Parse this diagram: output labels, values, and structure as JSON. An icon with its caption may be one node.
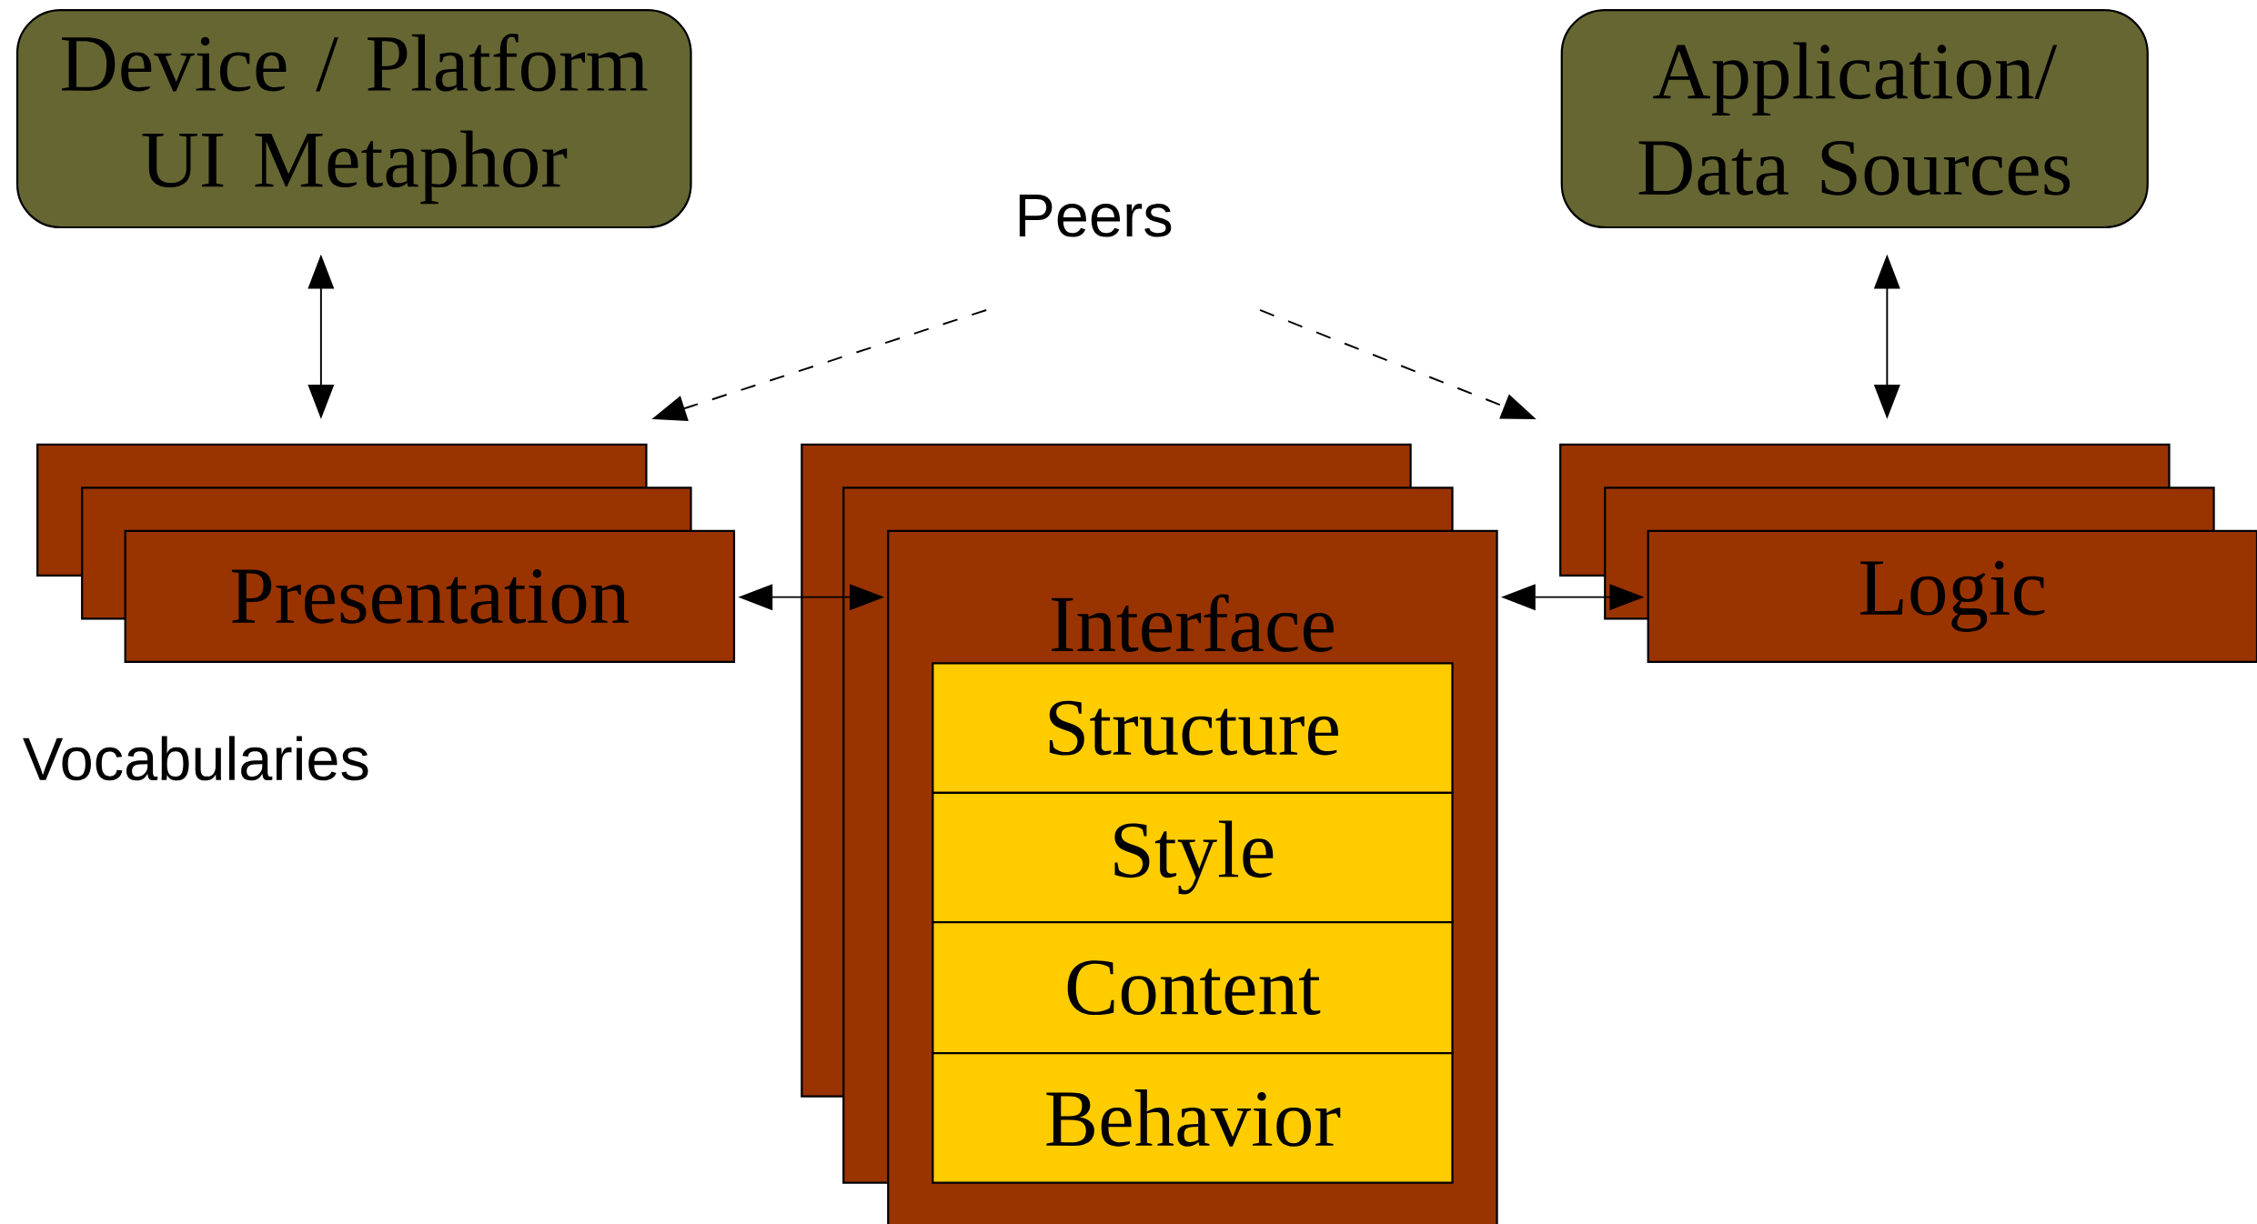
{
  "diagram": {
    "nodes": [
      {
        "text": [
          "Device / Platform UI Metaphor"
        ]
      },
      {
        "text": [
          "Application/ Data Sources"
        ]
      },
      {
        "text": [
          "Peers"
        ]
      },
      {
        "text": [
          "Presentation"
        ]
      },
      {
        "text": [
          "Interface"
        ]
      },
      {
        "text": [
          "Structure"
        ],
        "in": 4
      },
      {
        "text": [
          "Style"
        ],
        "in": 4
      },
      {
        "text": [
          "Content"
        ],
        "in": 4
      },
      {
        "text": [
          "Behavior"
        ],
        "in": 4
      },
      {
        "text": [
          "Logic"
        ]
      }
    ],
    "edges": [
      {
        "from": 0,
        "to": 3,
        "arrow": "both"
      },
      {
        "from": 1,
        "to": 9,
        "arrow": "both"
      },
      {
        "from": 2,
        "to": 3,
        "arrow": "to",
        "style": "dashed"
      },
      {
        "from": 2,
        "to": 9,
        "arrow": "to",
        "style": "dashed"
      },
      {
        "from": 3,
        "to": 4,
        "arrow": "both"
      },
      {
        "from": 4,
        "to": 9,
        "arrow": "both"
      }
    ],
    "labels": [
      "Vocabularies"
    ]
  }
}
